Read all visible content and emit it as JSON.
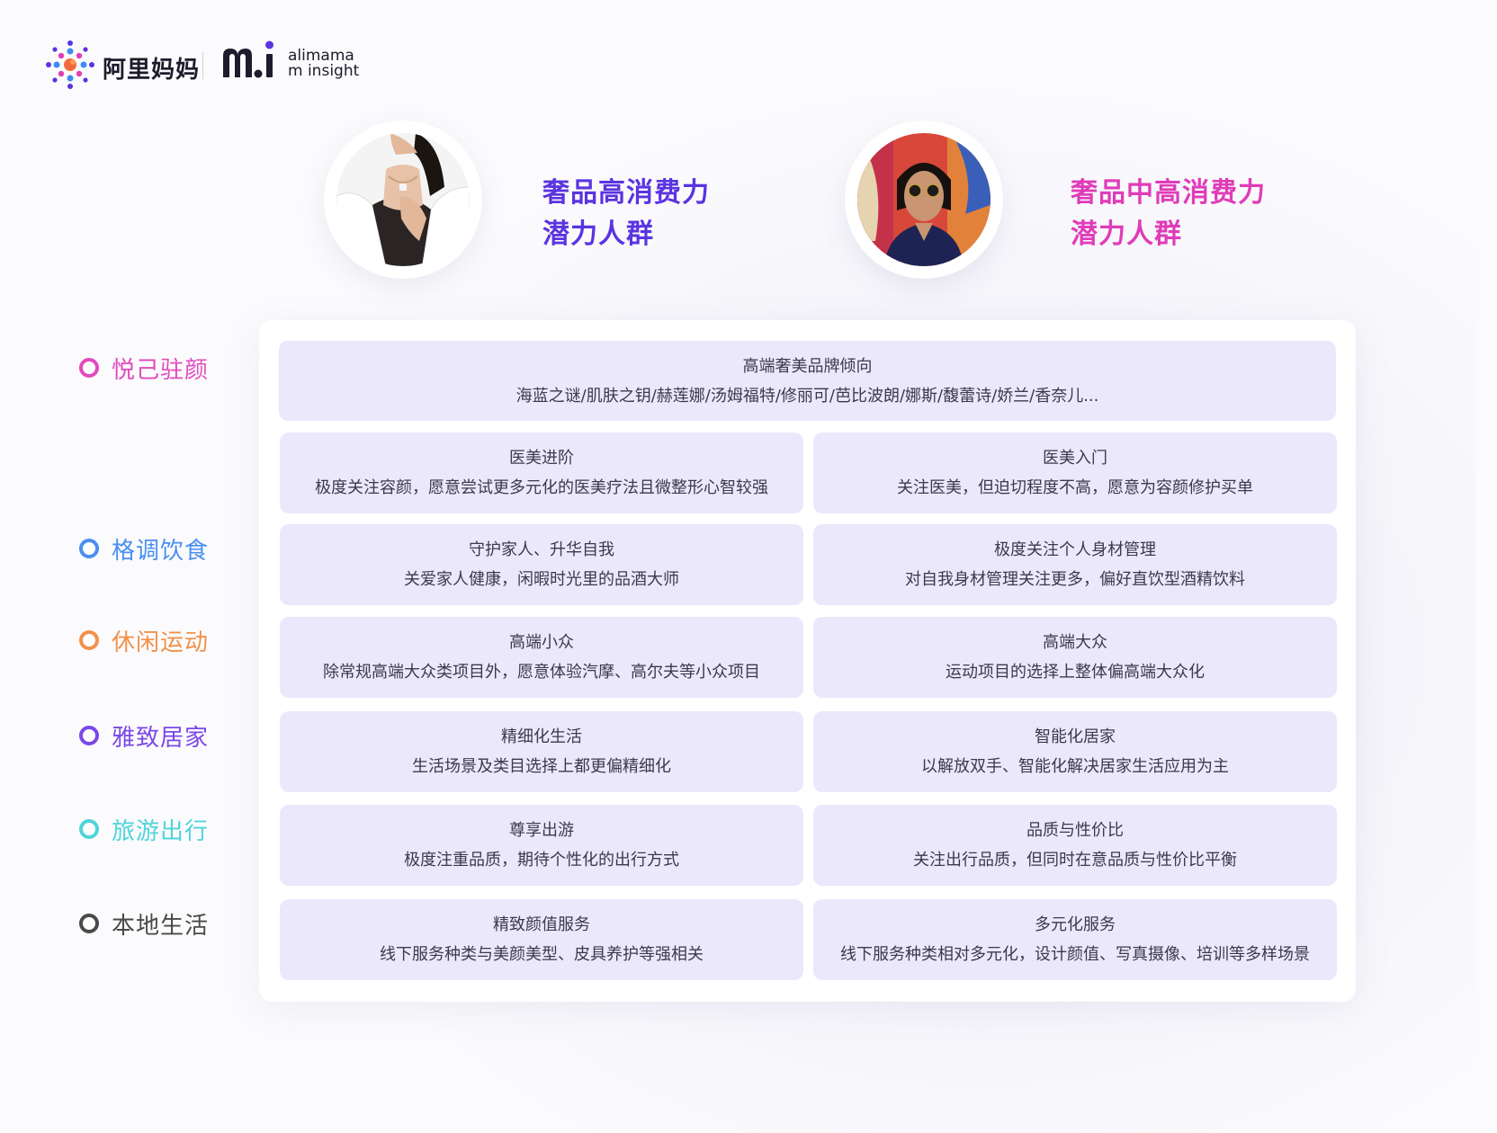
{
  "header": {
    "alimama_label": "阿里妈妈",
    "mi_mark": "m.i",
    "mi_line1": "alimama",
    "mi_line2": "m insight"
  },
  "personas": [
    {
      "title_line1": "奢品高消费力",
      "title_line2": "潜力人群",
      "color": "#5a34e0"
    },
    {
      "title_line1": "奢品中高消费力",
      "title_line2": "潜力人群",
      "color": "#e03cb8"
    }
  ],
  "categories": [
    {
      "label": "悦己驻颜",
      "color": "#e24bbd"
    },
    {
      "label": "格调饮食",
      "color": "#4a8ff0"
    },
    {
      "label": "休闲运动",
      "color": "#f3914a"
    },
    {
      "label": "雅致居家",
      "color": "#7b48e8"
    },
    {
      "label": "旅游出行",
      "color": "#4fd4da"
    },
    {
      "label": "本地生活",
      "color": "#4a4a4a"
    }
  ],
  "cards": {
    "brand": {
      "title": "高端奢美品牌倾向",
      "desc": "海蓝之谜/肌肤之钥/赫莲娜/汤姆福特/修丽可/芭比波朗/娜斯/馥蕾诗/娇兰/香奈儿..."
    },
    "rows": [
      [
        {
          "title": "医美进阶",
          "desc": "极度关注容颜，愿意尝试更多元化的医美疗法且微整形心智较强"
        },
        {
          "title": "医美入门",
          "desc": "关注医美，但迫切程度不高，愿意为容颜修护买单"
        }
      ],
      [
        {
          "title": "守护家人、升华自我",
          "desc": "关爱家人健康，闲暇时光里的品酒大师"
        },
        {
          "title": "极度关注个人身材管理",
          "desc": "对自我身材管理关注更多，偏好直饮型酒精饮料"
        }
      ],
      [
        {
          "title": "高端小众",
          "desc": "除常规高端大众类项目外，愿意体验汽摩、高尔夫等小众项目"
        },
        {
          "title": "高端大众",
          "desc": "运动项目的选择上整体偏高端大众化"
        }
      ],
      [
        {
          "title": "精细化生活",
          "desc": "生活场景及类目选择上都更偏精细化"
        },
        {
          "title": "智能化居家",
          "desc": "以解放双手、智能化解决居家生活应用为主"
        }
      ],
      [
        {
          "title": "尊享出游",
          "desc": "极度注重品质，期待个性化的出行方式"
        },
        {
          "title": "品质与性价比",
          "desc": "关注出行品质，但同时在意品质与性价比平衡"
        }
      ],
      [
        {
          "title": "精致颜值服务",
          "desc": "线下服务种类与美颜美型、皮具养护等强相关"
        },
        {
          "title": "多元化服务",
          "desc": "线下服务种类相对多元化，设计颜值、写真摄像、培训等多样场景"
        }
      ]
    ]
  }
}
